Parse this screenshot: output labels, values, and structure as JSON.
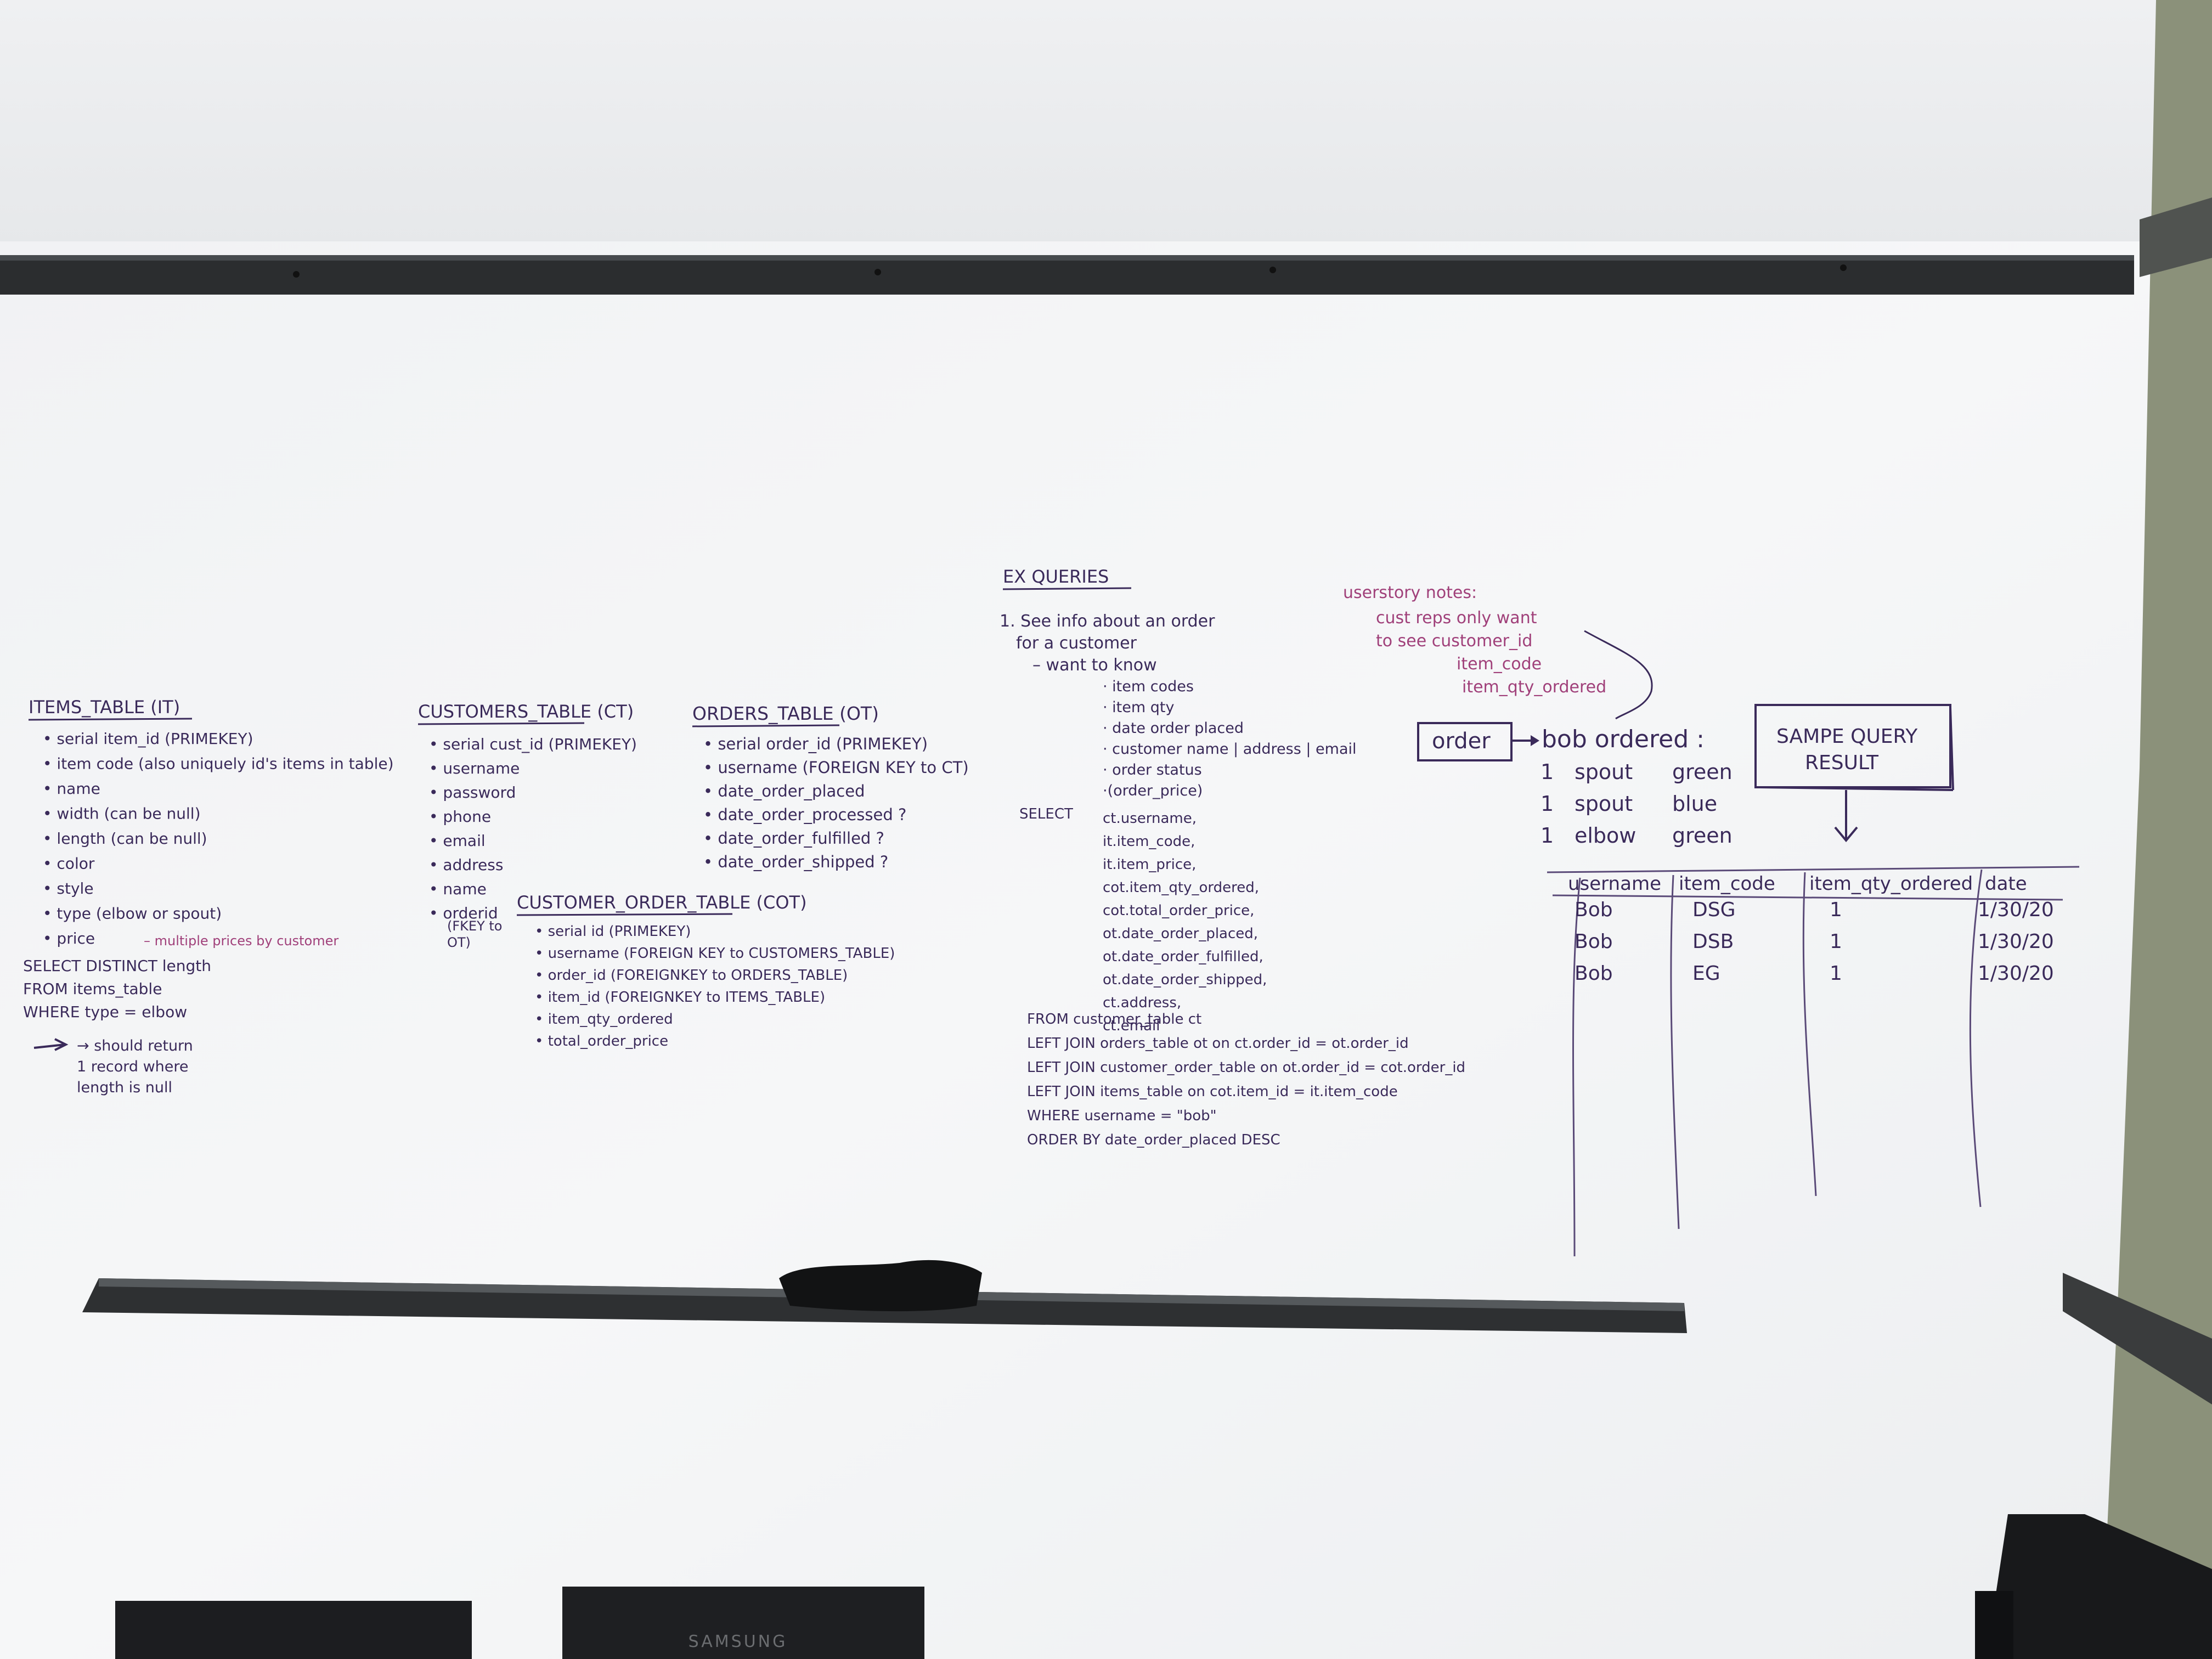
{
  "colors": {
    "wall_top": "#eceef0",
    "board": "#f3f4f5",
    "rail": "#2c2e30",
    "ink_purple": "#3a2a5a",
    "ink_pink": "#a0407a",
    "wall_right": "#8a9079",
    "monitor": "#1c1d20"
  },
  "items_table": {
    "title": "ITEMS_TABLE (IT)",
    "fields": [
      "• serial item_id (PRIMEKEY)",
      "• item code (also uniquely id's items in table)",
      "• name",
      "• width (can be null)",
      "• length (can be null)",
      "• color",
      "• style",
      "• type (elbow or spout)",
      "• price"
    ],
    "price_note": "– multiple prices by customer",
    "query": [
      "SELECT DISTINCT length",
      "FROM items_table",
      "WHERE type = elbow"
    ],
    "result_note": [
      "→ should return",
      "1 record where",
      "length is null"
    ]
  },
  "customers_table": {
    "title": "CUSTOMERS_TABLE (CT)",
    "fields": [
      "• serial cust_id (PRIMEKEY)",
      "• username",
      "• password",
      "• phone",
      "• email",
      "• address",
      "• name",
      "• orderid"
    ],
    "fkey_note": [
      "(FKEY to",
      "OT)"
    ]
  },
  "orders_table": {
    "title": "ORDERS_TABLE (OT)",
    "fields": [
      "• serial order_id (PRIMEKEY)",
      "• username (FOREIGN KEY to CT)",
      "• date_order_placed",
      "• date_order_processed ?",
      "• date_order_fulfilled ?",
      "• date_order_shipped ?"
    ]
  },
  "customer_order_table": {
    "title": "CUSTOMER_ORDER_TABLE (COT)",
    "fields": [
      "• serial id (PRIMEKEY)",
      "• username (FOREIGN KEY to CUSTOMERS_TABLE)",
      "• order_id (FOREIGNKEY to ORDERS_TABLE)",
      "• item_id (FOREIGNKEY to ITEMS_TABLE)",
      "• item_qty_ordered",
      "• total_order_price"
    ]
  },
  "ex_queries": {
    "title": "EX QUERIES",
    "intro": [
      "1. See info about an order",
      "for a customer",
      "– want to know"
    ],
    "wants": [
      "· item codes",
      "· item qty",
      "· date order placed",
      "· customer name | address | email",
      "· order status",
      "·(order_price)"
    ],
    "select_keyword": "SELECT",
    "select_cols": [
      "ct.username,",
      "it.item_code,",
      "it.item_price,",
      "cot.item_qty_ordered,",
      "cot.total_order_price,",
      "ot.date_order_placed,",
      "ot.date_order_fulfilled,",
      "ot.date_order_shipped,",
      "ct.address,",
      "ct.email"
    ],
    "clauses": [
      "FROM customer_table ct",
      "LEFT JOIN orders_table ot on ct.order_id = ot.order_id",
      "LEFT JOIN customer_order_table on ot.order_id = cot.order_id",
      "LEFT JOIN items_table on cot.item_id = it.item_code",
      "WHERE username = \"bob\"",
      "ORDER BY date_order_placed DESC"
    ]
  },
  "user_story": {
    "title": "userstory notes:",
    "lines": [
      "cust reps only want",
      "to see customer_id",
      "item_code",
      "item_qty_ordered"
    ]
  },
  "order_example": {
    "box": "order",
    "heading": "bob ordered :",
    "rows": [
      [
        "1",
        "spout",
        "green"
      ],
      [
        "1",
        "spout",
        "blue"
      ],
      [
        "1",
        "elbow",
        "green"
      ]
    ]
  },
  "sample_result": {
    "label": [
      "SAMPE QUERY",
      "RESULT"
    ],
    "headers": [
      "username",
      "item_code",
      "item_qty_ordered",
      "date"
    ],
    "rows": [
      [
        "Bob",
        "DSG",
        "1",
        "1/30/20"
      ],
      [
        "Bob",
        "DSB",
        "1",
        "1/30/20"
      ],
      [
        "Bob",
        "EG",
        "1",
        "1/30/20"
      ]
    ]
  },
  "monitor_brand": "SAMSUNG"
}
